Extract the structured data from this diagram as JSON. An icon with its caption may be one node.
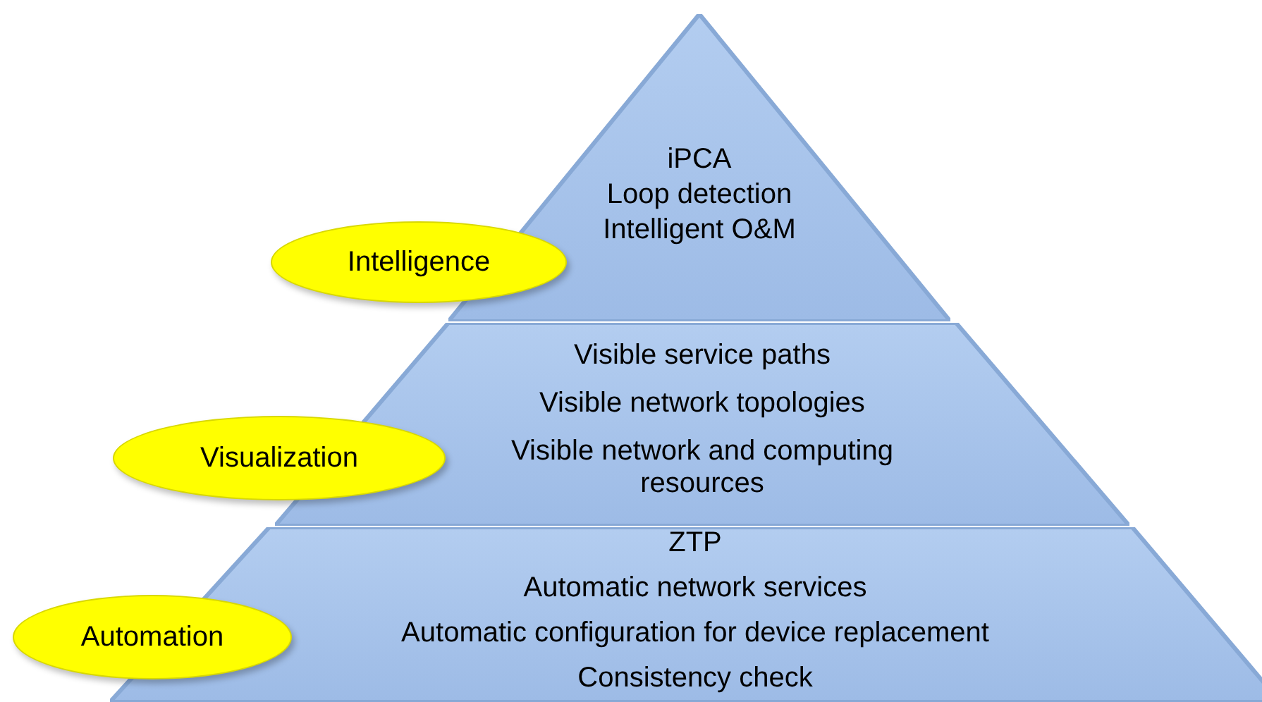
{
  "diagram": {
    "nodes": [
      {
        "text": [
          "iPCA",
          "Loop detection",
          "Intelligent O&M"
        ]
      },
      {
        "text": [
          "Visible service paths",
          "Visible network topologies",
          "Visible network and computing resources"
        ]
      },
      {
        "text": [
          "ZTP",
          "Automatic network services",
          "Automatic configuration for device replacement",
          "Consistency check"
        ]
      },
      {
        "text": [
          "Intelligence"
        ]
      },
      {
        "text": [
          "Visualization"
        ]
      },
      {
        "text": [
          "Automation"
        ]
      }
    ]
  }
}
